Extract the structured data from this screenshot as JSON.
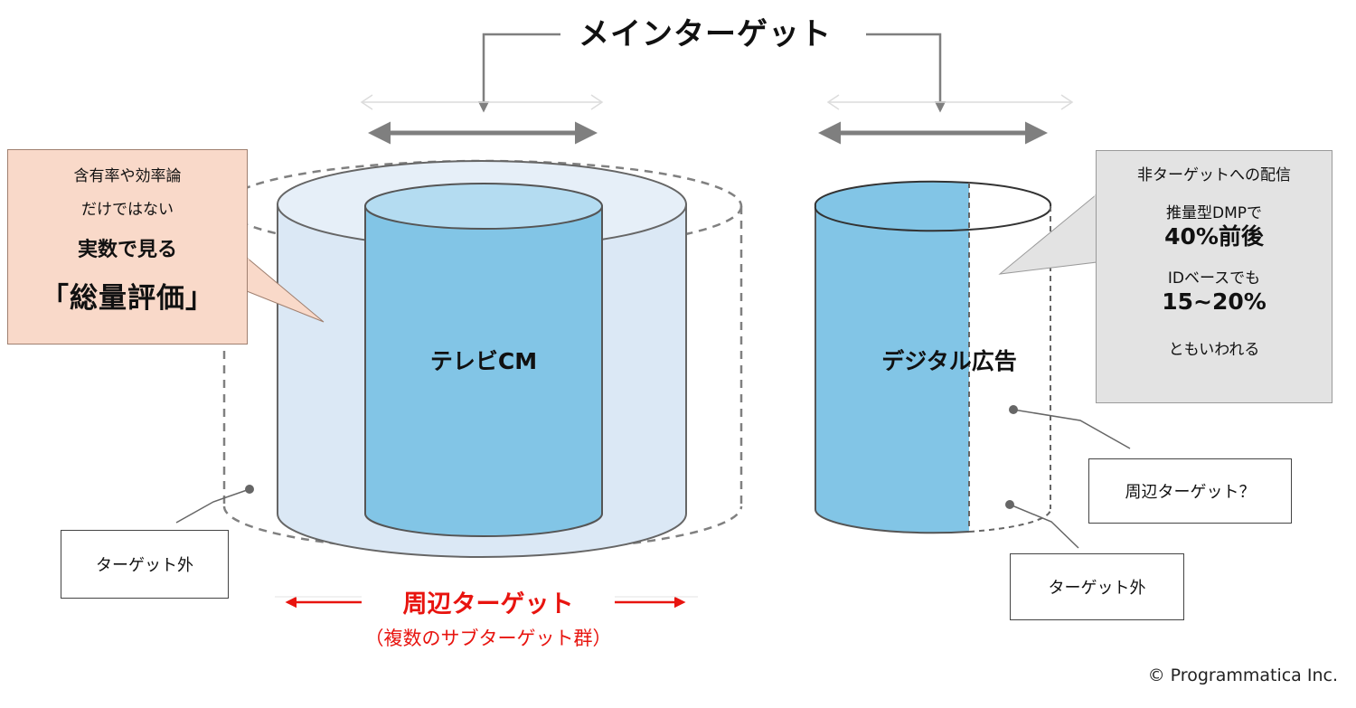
{
  "title": "メインターゲット",
  "left_callout": {
    "line1": "含有率や効率論",
    "line2": "だけではない",
    "line3": "実数で見る",
    "line4": "「総量評価」"
  },
  "right_callout": {
    "heading": "非ターゲットへの配信",
    "item1_label": "推量型DMPで",
    "item1_value": "40%前後",
    "item2_label": "IDベースでも",
    "item2_value": "15~20%",
    "ending": "ともいわれる"
  },
  "tv_cylinder_label": "テレビCM",
  "digital_cylinder_label": "デジタル広告",
  "peripheral_target_label": "周辺ターゲット",
  "peripheral_target_sub": "（複数のサブターゲット群）",
  "out_of_target_left": "ターゲット外",
  "peripheral_target_q": "周辺ターゲット？",
  "out_of_target_right": "ターゲット外",
  "copyright": "© Programmatica Inc.",
  "colors": {
    "cylinder_blue": "#82c5e6",
    "cylinder_top": "#b4dcf1",
    "outer_fill": "#dbe8f5",
    "peripheral_red": "#e8140f",
    "arrow_gray": "#7f7f7f",
    "left_callout_bg": "#f9d9c9",
    "right_callout_bg": "#e3e3e3"
  }
}
